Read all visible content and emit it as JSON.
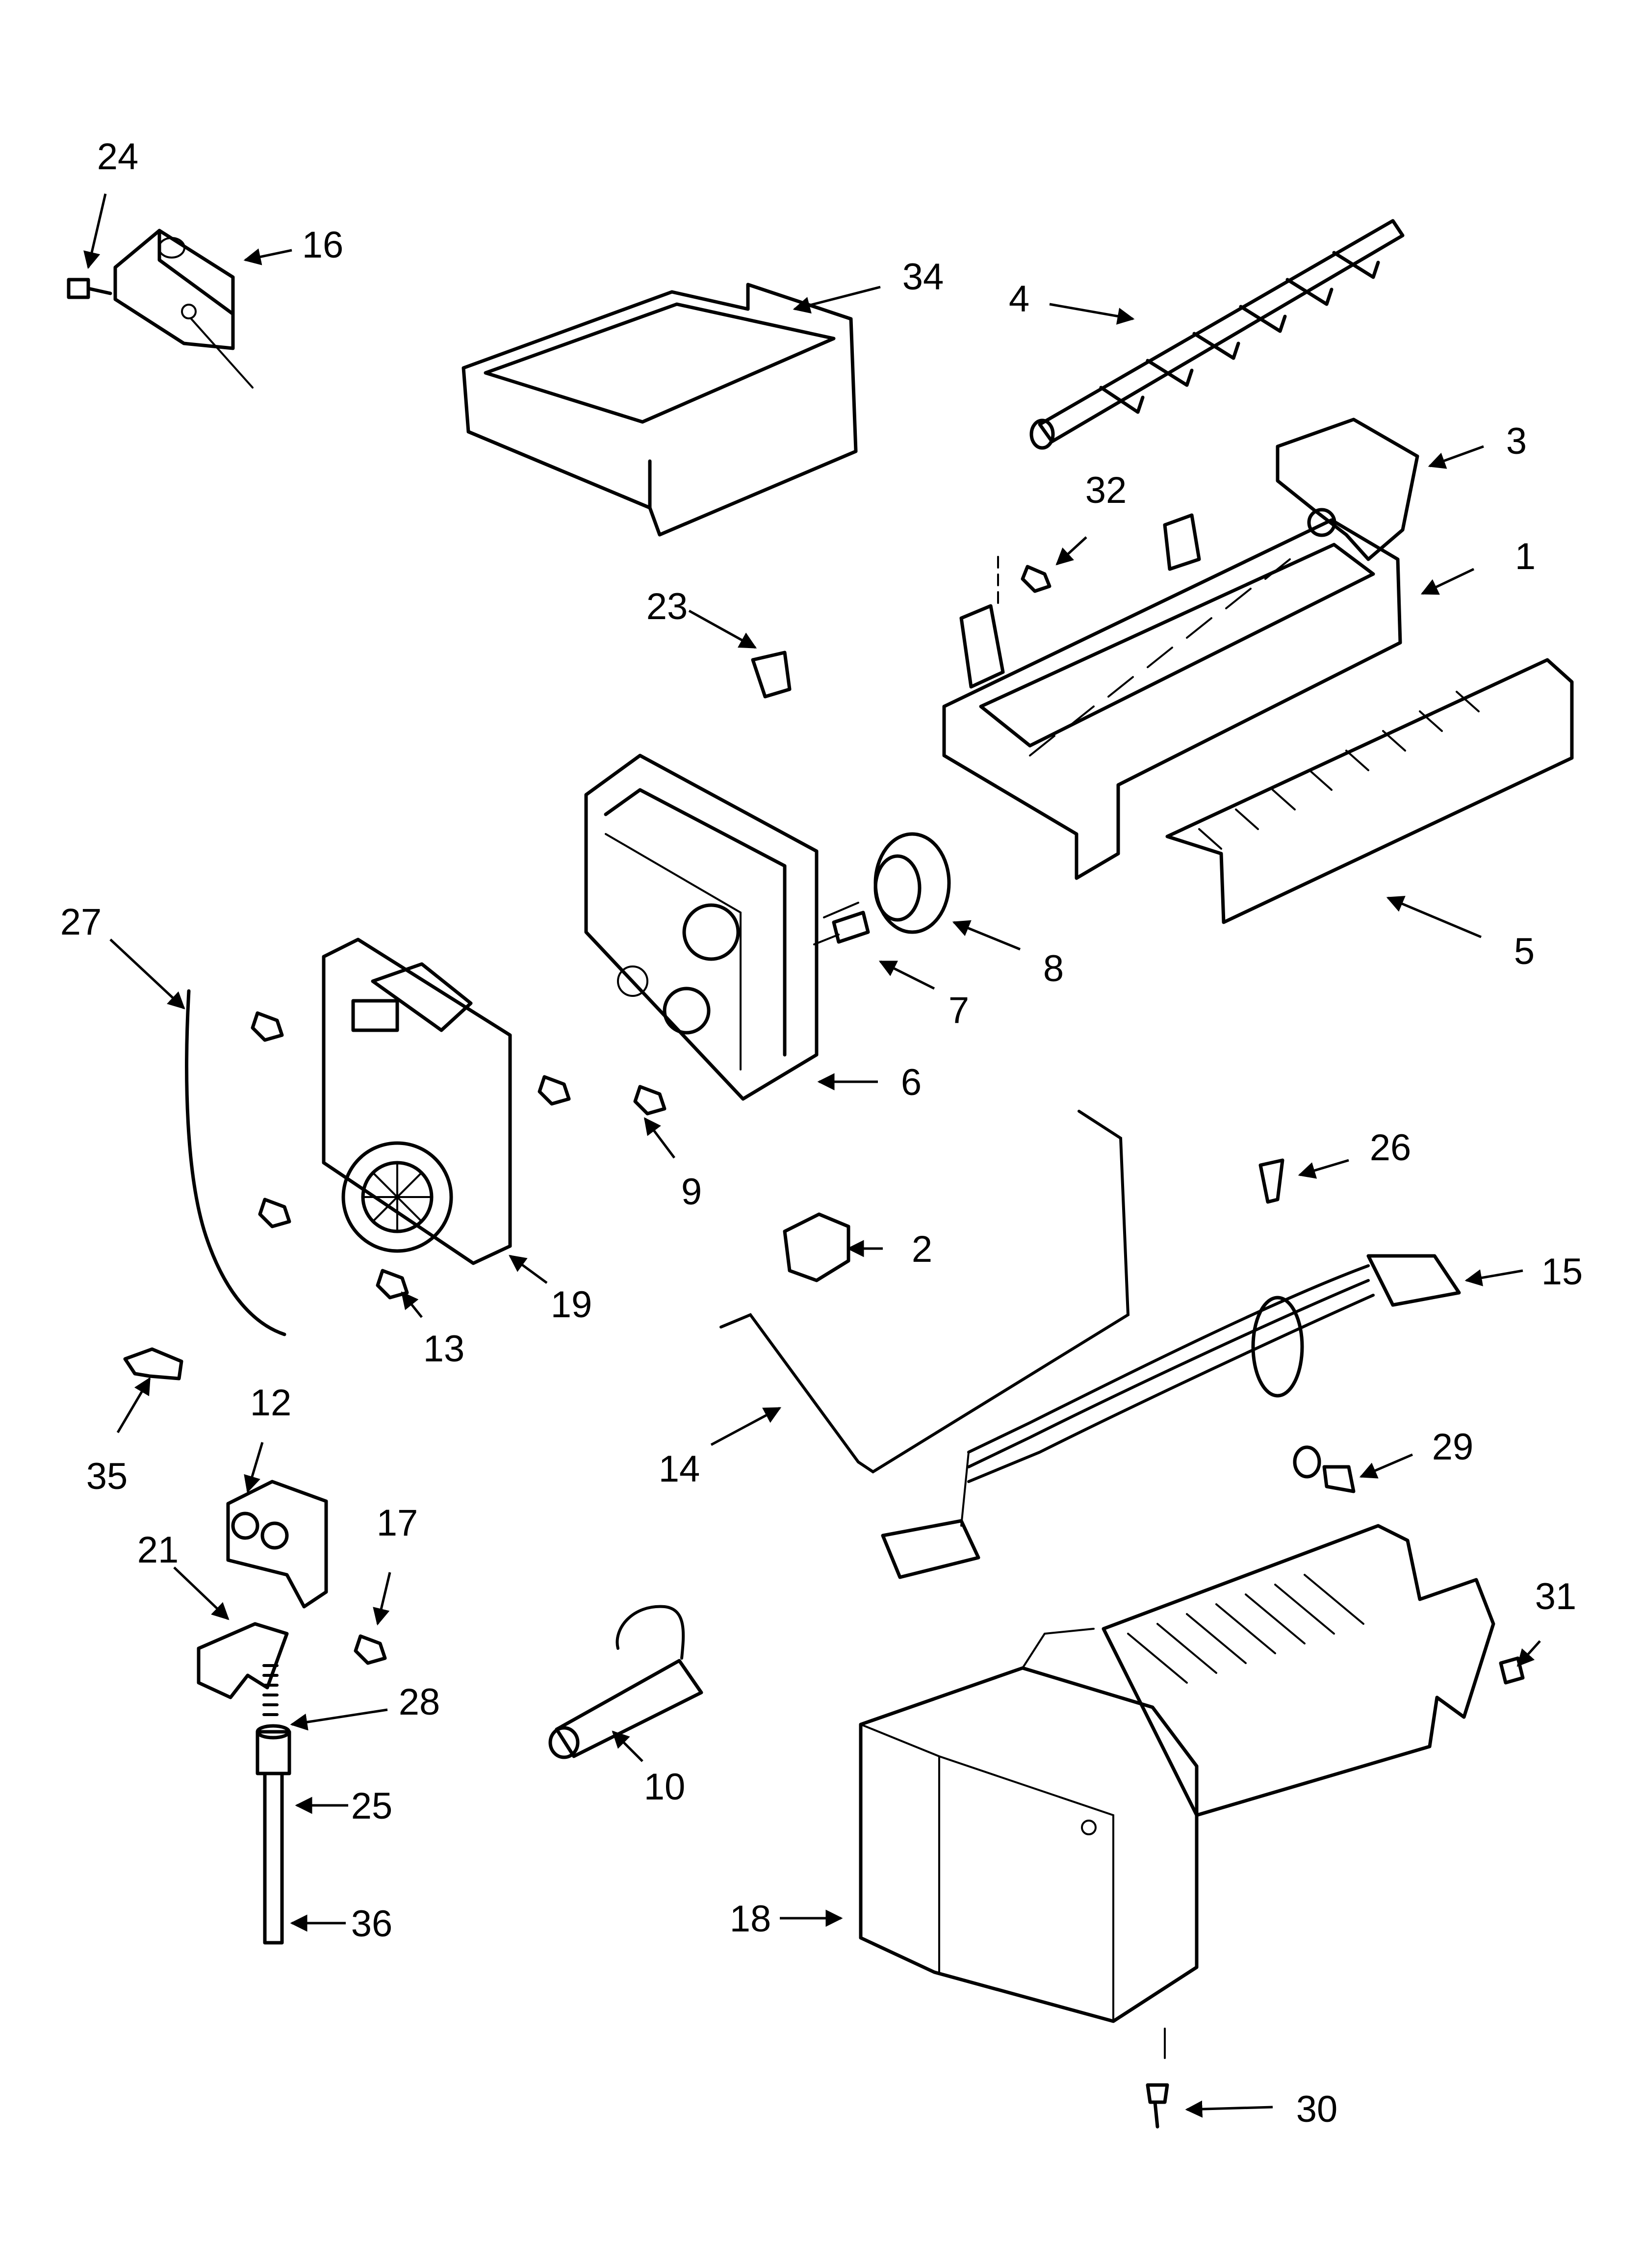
{
  "callouts": {
    "c1": "1",
    "c2": "2",
    "c3": "3",
    "c4": "4",
    "c5": "5",
    "c6": "6",
    "c7": "7",
    "c8": "8",
    "c9": "9",
    "c10": "10",
    "c12": "12",
    "c13": "13",
    "c14": "14",
    "c15": "15",
    "c16": "16",
    "c17": "17",
    "c18": "18",
    "c19": "19",
    "c21": "21",
    "c23": "23",
    "c24": "24",
    "c25": "25",
    "c26": "26",
    "c27": "27",
    "c28": "28",
    "c29": "29",
    "c30": "30",
    "c31": "31",
    "c32": "32",
    "c34": "34",
    "c35": "35",
    "c36": "36"
  },
  "colors": {
    "line": "#000000",
    "background": "#ffffff"
  }
}
